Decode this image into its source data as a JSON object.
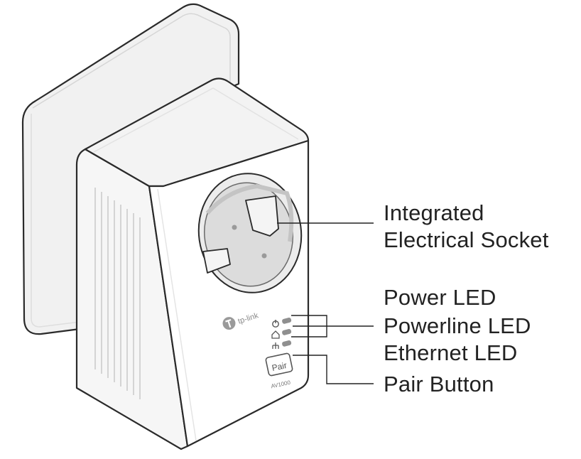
{
  "device": {
    "brand": "tp-link",
    "pair_button_label": "Pair",
    "model_label": "AV1000"
  },
  "callouts": {
    "socket_line1": "Integrated",
    "socket_line2": "Electrical Socket",
    "power_led": "Power LED",
    "powerline_led": "Powerline LED",
    "ethernet_led": "Ethernet LED",
    "pair_button": "Pair Button"
  },
  "colors": {
    "outline": "#2a2a2a",
    "wall_plate": "#f1f1f1",
    "device_front": "#ffffff",
    "device_side": "#f6f6f6",
    "socket_ring": "#ececec",
    "socket_recess": "#dcdcdc",
    "brand_text": "#8a8a8a"
  }
}
